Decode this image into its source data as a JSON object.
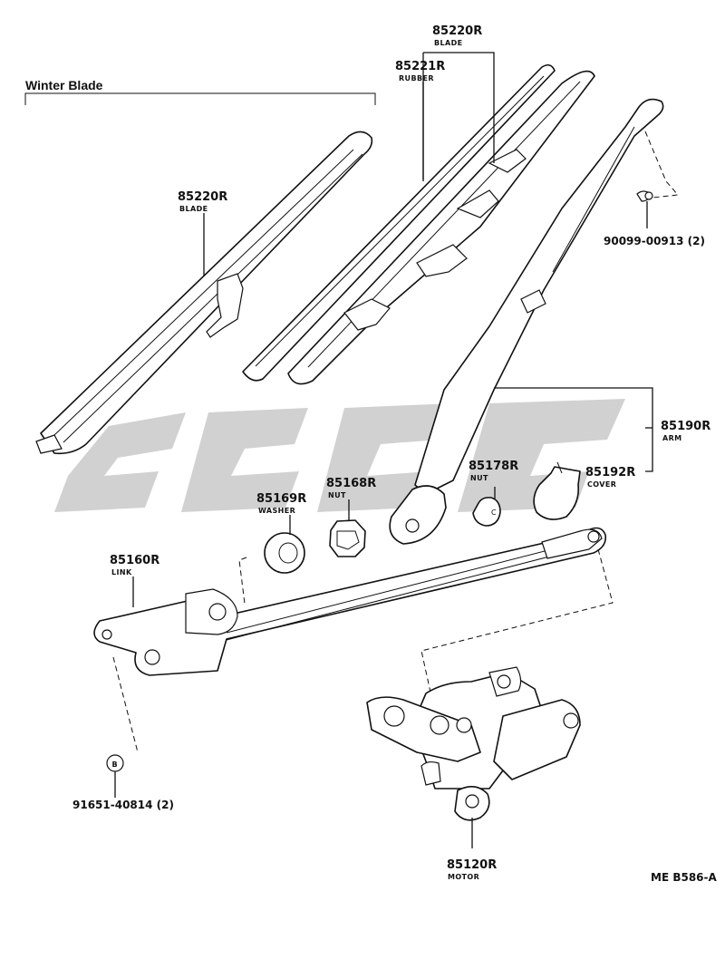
{
  "diagram": {
    "winter_blade_title": "Winter Blade",
    "diagram_code": "ME B586-A",
    "watermark_text": "",
    "parts": {
      "blade_winter": {
        "number": "85220R",
        "desc": "BLADE"
      },
      "blade": {
        "number": "85220R",
        "desc": "BLADE"
      },
      "rubber": {
        "number": "85221R",
        "desc": "RUBBER"
      },
      "arm": {
        "number": "85190R",
        "desc": "ARM"
      },
      "cover": {
        "number": "85192R",
        "desc": "COVER"
      },
      "nut_arm": {
        "number": "85178R",
        "desc": "NUT"
      },
      "nut": {
        "number": "85168R",
        "desc": "NUT"
      },
      "washer": {
        "number": "85169R",
        "desc": "WASHER"
      },
      "link": {
        "number": "85160R",
        "desc": "LINK"
      },
      "motor": {
        "number": "85120R",
        "desc": "MOTOR"
      },
      "clip": {
        "number": "90099-00913 (2)"
      },
      "bolt": {
        "number": "91651-40814 (2)",
        "marker": "B"
      }
    }
  }
}
